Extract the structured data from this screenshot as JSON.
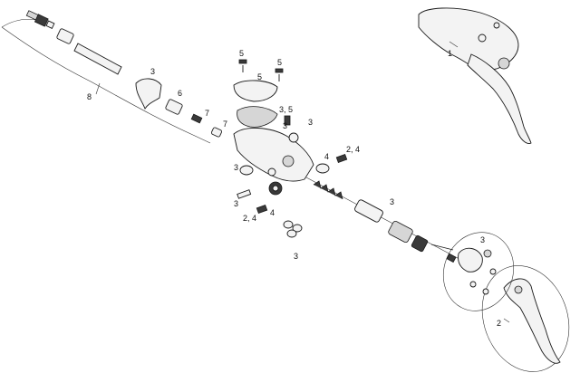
{
  "callouts": {
    "c1": "1",
    "c2": "2",
    "c2_4a": "2, 4",
    "c2_4b": "2, 4",
    "c3a": "3",
    "c3b": "3",
    "c3c": "3",
    "c3d": "3",
    "c3e": "3",
    "c3f": "3",
    "c3g": "3",
    "c3h": "3",
    "c3_5": "3, 5",
    "c4a": "4",
    "c4b": "4",
    "c5a": "5",
    "c5b": "5",
    "c5c": "5",
    "c6": "6",
    "c7a": "7",
    "c7b": "7",
    "c8": "8"
  }
}
